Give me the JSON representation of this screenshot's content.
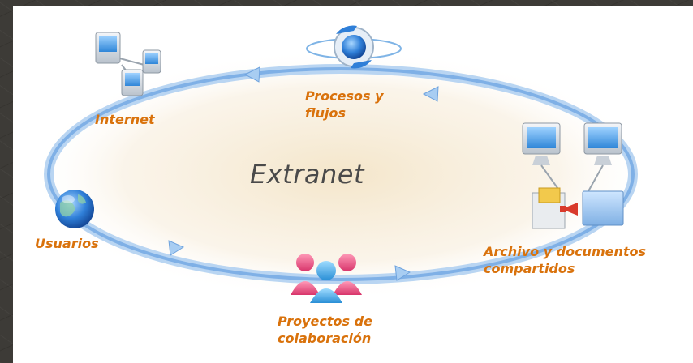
{
  "diagram": {
    "title": "Extranet",
    "nodes": {
      "internet": {
        "label_line1": "Internet",
        "icon": "computers-network-icon"
      },
      "processes": {
        "label_line1": "Procesos y",
        "label_line2": "flujos",
        "icon": "sync-globe-icon"
      },
      "files": {
        "label_line1": "Archivo y documentos",
        "label_line2": "compartidos",
        "icon": "shared-files-icon"
      },
      "projects": {
        "label_line1": "Proyectos de",
        "label_line2": "colaboración",
        "icon": "user-group-icon"
      },
      "users": {
        "label_line1": "Usuarios",
        "icon": "globe-icon"
      }
    },
    "colors": {
      "label": "#d9720c",
      "ring": "#8fb9e6",
      "title": "#4a4a4a",
      "background": "#3d3b37"
    }
  }
}
